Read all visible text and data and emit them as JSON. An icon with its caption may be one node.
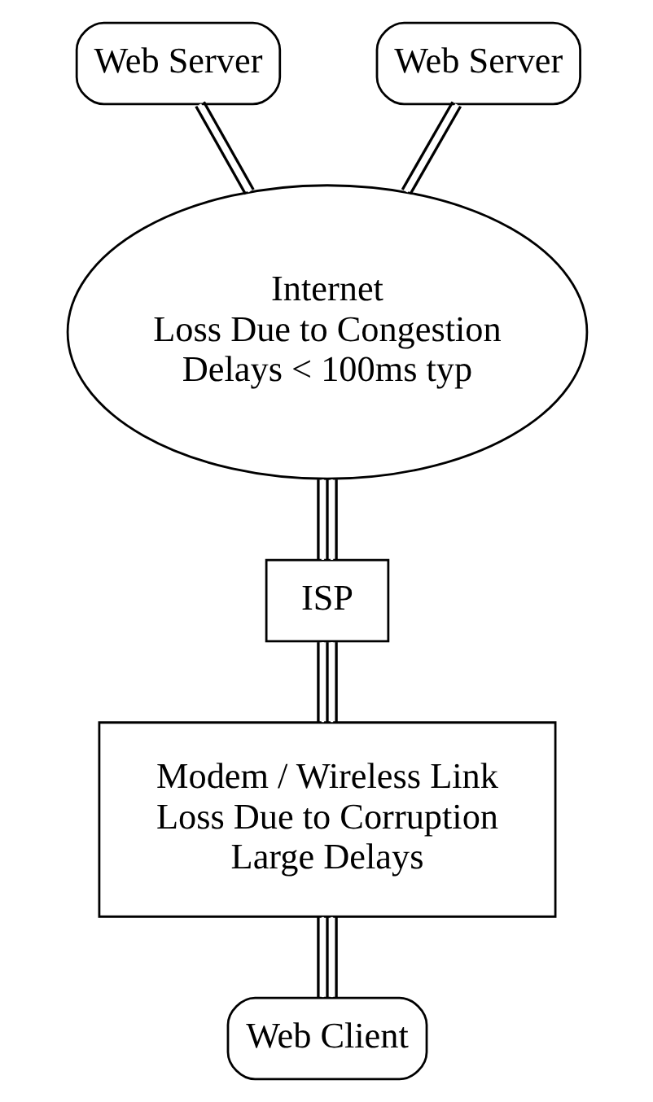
{
  "diagram": {
    "nodes": [
      {
        "text": [
          "Web Server"
        ]
      },
      {
        "text": [
          "Web Server"
        ]
      },
      {
        "text": [
          "Internet",
          "Loss Due to Congestion",
          "Delays < 100ms typ"
        ]
      },
      {
        "text": [
          "ISP"
        ]
      },
      {
        "text": [
          "Modem / Wireless Link",
          "Loss Due to Corruption",
          "Large Delays"
        ]
      },
      {
        "text": [
          "Web Client"
        ]
      }
    ],
    "edges": [
      {
        "from": 0,
        "to": 2,
        "arrow": "none"
      },
      {
        "from": 1,
        "to": 2,
        "arrow": "none"
      },
      {
        "from": 2,
        "to": 3,
        "arrow": "none"
      },
      {
        "from": 3,
        "to": 4,
        "arrow": "none"
      },
      {
        "from": 4,
        "to": 5,
        "arrow": "none"
      }
    ]
  }
}
